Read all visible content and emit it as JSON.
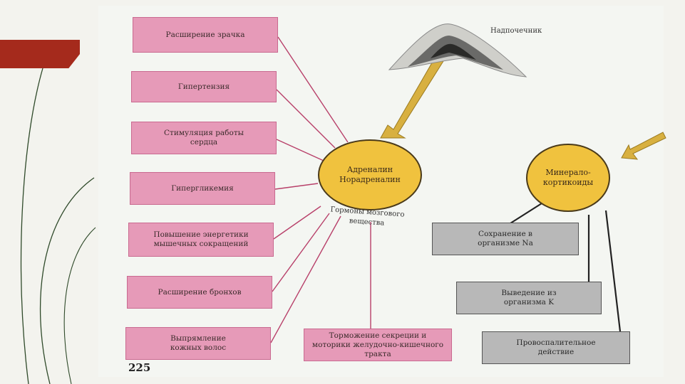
{
  "diagram": {
    "left_boxes": [
      "Расширение зрачка",
      "Гипертензия",
      "Стимуляция работы сердца",
      "Гипергликемия",
      "Повышение энергетики мышечных сокращений",
      "Расширение бронхов",
      "Выпрямление кожных волос"
    ],
    "bottom_box": "Торможение секреции и моторики желудочно-кишечного тракта",
    "adrenal_label": "Надпочечник",
    "medulla_circle": "Адреналин Норадреналин",
    "medulla_caption": "Гормоны мозгового вещества",
    "mineralo_circle": "Минерало-кортикоиды",
    "right_boxes": [
      "Сохранение в организме Na",
      "Выведение из организма K",
      "Провоспалительное действие"
    ],
    "page_number": "225"
  },
  "colors": {
    "pink_box": "#e69ab8",
    "gray_box": "#b8b8b8",
    "hormone_circle": "#f0c23e",
    "ribbon": "#a52a1c",
    "arrow": "#d8b040"
  }
}
